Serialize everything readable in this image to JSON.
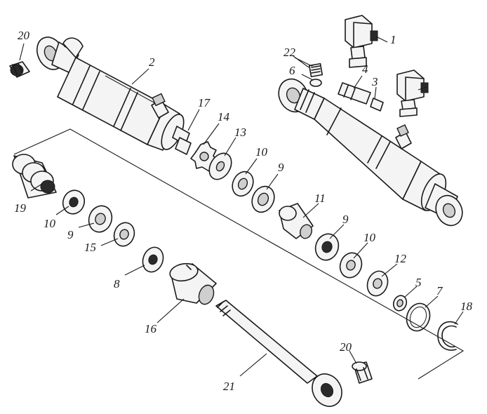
{
  "labels": {
    "p1": "1",
    "p2": "2",
    "p3": "3",
    "p4": "4",
    "p5": "5",
    "p6": "6",
    "p7": "7",
    "p8": "8",
    "p9a": "9",
    "p9b": "9",
    "p9c": "9",
    "p10a": "10",
    "p10b": "10",
    "p10c": "10",
    "p11": "11",
    "p12": "12",
    "p13": "13",
    "p14": "14",
    "p15": "15",
    "p16": "16",
    "p17": "17",
    "p18": "18",
    "p19": "19",
    "p20a": "20",
    "p20b": "20",
    "p21": "21",
    "p22": "22"
  }
}
